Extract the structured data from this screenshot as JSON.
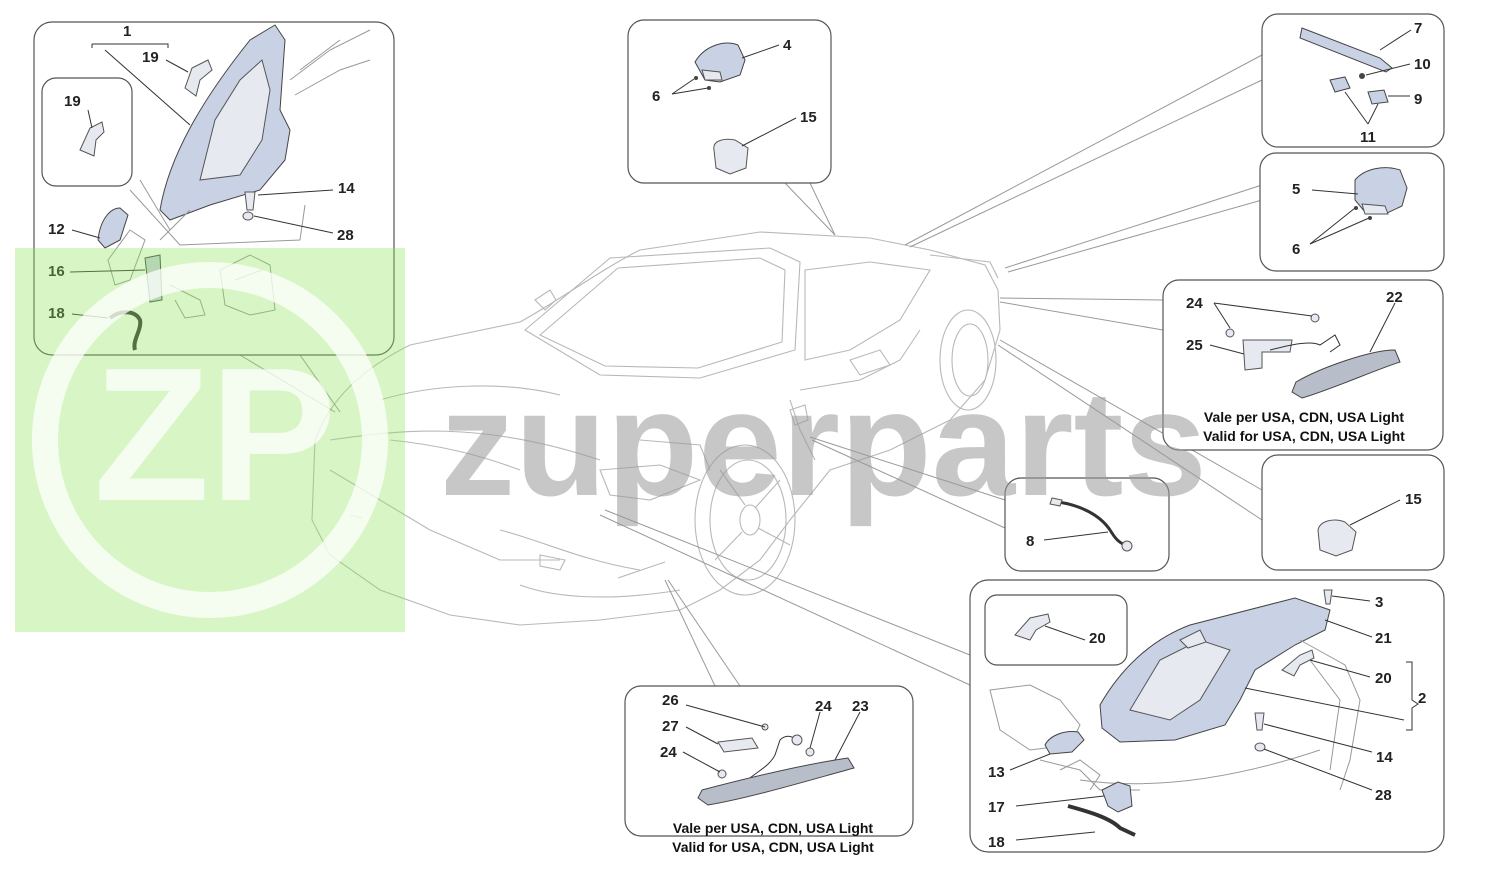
{
  "watermark": {
    "brand": "zuperparts",
    "logo_letters": "ZP",
    "logo_color": "#8ee65a",
    "text_color": "#9a9a9a"
  },
  "boxes": {
    "rear_light": {
      "labels": [
        "1",
        "19",
        "19",
        "14",
        "28",
        "12",
        "16",
        "18"
      ]
    },
    "top_center": {
      "labels": [
        "4",
        "6",
        "15"
      ]
    },
    "top_right": {
      "labels": [
        "7",
        "10",
        "9",
        "11"
      ]
    },
    "upper_right": {
      "labels": [
        "5",
        "6"
      ]
    },
    "side_marker_rear": {
      "labels": [
        "24",
        "22",
        "25"
      ],
      "note_it": "Vale per USA, CDN, USA Light",
      "note_en": "Valid for USA, CDN, USA Light"
    },
    "mid_right": {
      "labels": [
        "15"
      ]
    },
    "cable": {
      "labels": [
        "8"
      ]
    },
    "headlight": {
      "labels": [
        "3",
        "21",
        "20",
        "20",
        "2",
        "14",
        "28",
        "13",
        "17",
        "18"
      ]
    },
    "side_marker_front": {
      "labels": [
        "26",
        "24",
        "23",
        "27",
        "24"
      ],
      "note_it": "Vale per USA, CDN, USA Light",
      "note_en": "Valid for USA, CDN, USA Light"
    }
  }
}
